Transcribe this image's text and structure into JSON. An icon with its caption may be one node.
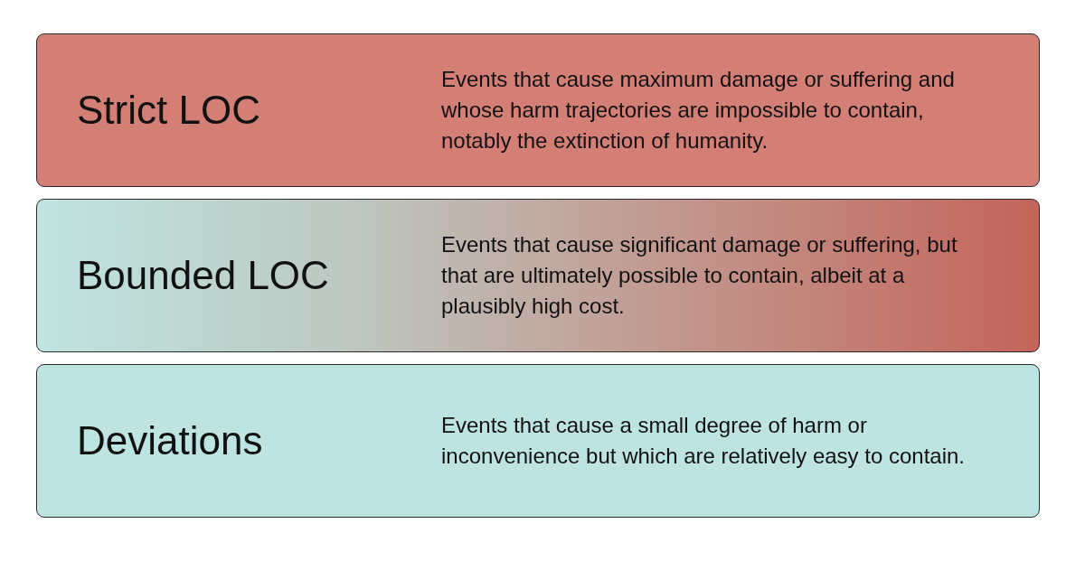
{
  "diagram": {
    "nodes": [
      {
        "text": [
          "Strict LOC",
          "Events that cause maximum damage or suffering and whose harm trajectories are impossible to contain, notably the extinction of humanity."
        ]
      },
      {
        "text": [
          "Bounded LOC",
          "Events that cause significant damage or suffering, but that are ultimately possible to contain, albeit at a plausibly high cost."
        ]
      },
      {
        "text": [
          "Deviations",
          "Events that cause a small degree of harm or inconvenience but which are relatively easy to contain."
        ]
      }
    ]
  }
}
